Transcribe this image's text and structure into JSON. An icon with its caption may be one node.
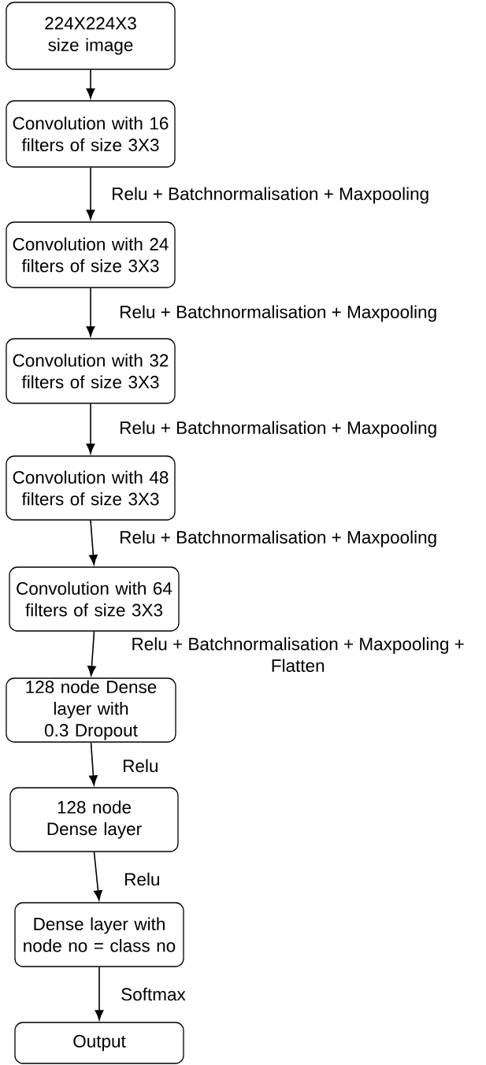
{
  "diagram": {
    "nodes": [
      {
        "text": [
          "224X224X3 size image"
        ]
      },
      {
        "text": [
          "Convolution with 16 filters of size 3X3"
        ]
      },
      {
        "text": [
          "Convolution with 24 filters of size 3X3"
        ]
      },
      {
        "text": [
          "Convolution with 32 filters of size 3X3"
        ]
      },
      {
        "text": [
          "Convolution with 48 filters of size 3X3"
        ]
      },
      {
        "text": [
          "Convolution with 64 filters of size 3X3"
        ]
      },
      {
        "text": [
          "128 node Dense layer with 0.3 Dropout"
        ]
      },
      {
        "text": [
          "128 node Dense layer"
        ]
      },
      {
        "text": [
          "Dense layer with node no = class no"
        ]
      },
      {
        "text": [
          "Output"
        ]
      }
    ],
    "edges": [
      {
        "from": 0,
        "to": 1,
        "arrow": "to"
      },
      {
        "from": 1,
        "to": 2,
        "arrow": "to",
        "label": "Relu + Batchnormalisation + Maxpooling"
      },
      {
        "from": 2,
        "to": 3,
        "arrow": "to",
        "label": "Relu + Batchnormalisation + Maxpooling"
      },
      {
        "from": 3,
        "to": 4,
        "arrow": "to",
        "label": "Relu + Batchnormalisation + Maxpooling"
      },
      {
        "from": 4,
        "to": 5,
        "arrow": "to",
        "label": "Relu + Batchnormalisation + Maxpooling"
      },
      {
        "from": 5,
        "to": 6,
        "arrow": "to",
        "label": "Relu + Batchnormalisation + Maxpooling + Flatten"
      },
      {
        "from": 6,
        "to": 7,
        "arrow": "to",
        "label": "Relu"
      },
      {
        "from": 7,
        "to": 8,
        "arrow": "to",
        "label": "Relu"
      },
      {
        "from": 8,
        "to": 9,
        "arrow": "to",
        "label": "Softmax"
      }
    ]
  }
}
